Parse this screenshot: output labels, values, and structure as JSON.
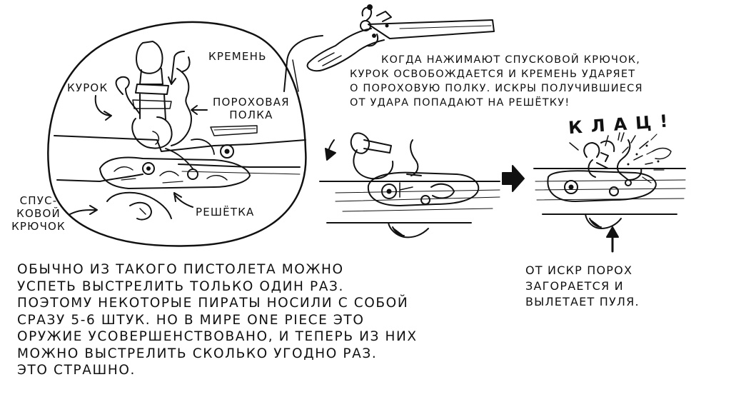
{
  "labels": {
    "hammer": "КУРОК",
    "flint": "КРЕМЕНЬ",
    "pan": [
      "ПОРОХОВАЯ",
      "ПОЛКА"
    ],
    "trigger": [
      "СПУС-",
      "КОВОЙ",
      "КРЮЧОК"
    ],
    "grate": "РЕШЁТКА"
  },
  "caption_top": [
    "КОГДА НАЖИМАЮТ СПУСКОВОЙ КРЮЧОК,",
    "КУРОК ОСВОБОЖДАЕТСЯ И КРЕМЕНЬ УДАРЯЕТ",
    "О ПОРОХОВУЮ ПОЛКУ. ИСКРЫ ПОЛУЧИВШИЕСЯ",
    "ОТ УДАРА ПОПАДАЮТ НА РЕШЁТКУ!"
  ],
  "sound_effect": "КЛАЦ!",
  "caption_right": [
    "ОТ ИСКР ПОРОХ",
    "ЗАГОРАЕТСЯ И",
    "ВЫЛЕТАЕТ ПУЛЯ."
  ],
  "main_text": [
    "ОБЫЧНО ИЗ ТАКОГО ПИСТОЛЕТА МОЖНО",
    "УСПЕТЬ ВЫСТРЕЛИТЬ ТОЛЬКО ОДИН РАЗ.",
    "ПОЭТОМУ НЕКОТОРЫЕ ПИРАТЫ НОСИЛИ С СОБОЙ",
    "СРАЗУ 5-6 ШТУК. НО В МИРЕ ONE PIECE ЭТО",
    "ОРУЖИЕ УСОВЕРШЕНСТВОВАНО, И ТЕПЕРЬ ИЗ НИХ",
    "МОЖНО ВЫСТРЕЛИТЬ СКОЛЬКО УГОДНО РАЗ.",
    "ЭТО СТРАШНО."
  ],
  "colors": {
    "ink": "#111111",
    "paper": "#ffffff"
  }
}
